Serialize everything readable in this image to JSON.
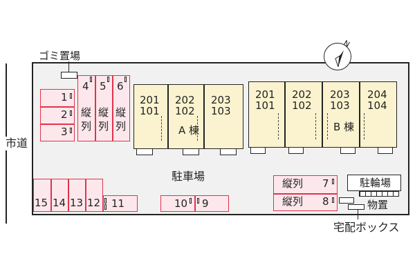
{
  "labels": {
    "road": "市道",
    "garbage": "ゴミ置場",
    "parking": "駐車場",
    "building_a": "A 棟",
    "building_b": "B 棟",
    "bike_parking": "駐輪場",
    "storage": "物置",
    "delivery_box": "宅配ボックス",
    "north": "N"
  },
  "parking": {
    "left_rows": [
      "1",
      "2",
      "3"
    ],
    "vertical_top": [
      {
        "num": "4",
        "text": "縦\n列"
      },
      {
        "num": "5",
        "text": "縦\n列"
      },
      {
        "num": "6",
        "text": "縦\n列"
      }
    ],
    "bottom_left": [
      "15",
      "14",
      "13",
      "12",
      "11"
    ],
    "center_pair": [
      "10",
      "9"
    ],
    "right_rows": [
      {
        "text": "縦列",
        "num": "7"
      },
      {
        "text": "縦列",
        "num": "8"
      }
    ]
  },
  "building_a": {
    "units": [
      {
        "top": "201",
        "bottom": "101"
      },
      {
        "top": "202",
        "bottom": "102"
      },
      {
        "top": "203",
        "bottom": "103"
      }
    ]
  },
  "building_b": {
    "units": [
      {
        "top": "201",
        "bottom": "101"
      },
      {
        "top": "202",
        "bottom": "102"
      },
      {
        "top": "203",
        "bottom": "103"
      },
      {
        "top": "204",
        "bottom": "104"
      }
    ]
  },
  "colors": {
    "parking_border": "#e0324a",
    "parking_fill": "#fce8ec",
    "building_fill": "#fbf3cf",
    "site_fill": "#f1f1f1"
  }
}
